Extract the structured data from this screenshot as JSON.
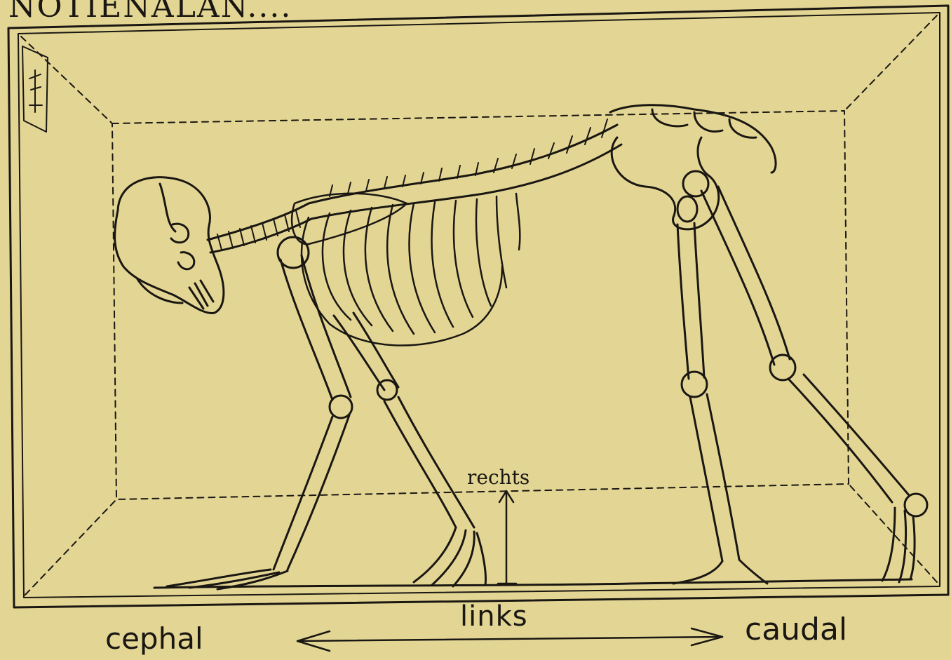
{
  "header": {
    "fragment": "NOTIENALAN...."
  },
  "labels": {
    "rechts": "rechts",
    "links": "links",
    "cephal": "cephal",
    "caudal": "caudal"
  },
  "figure": {
    "subject": "skeleton-quadruped-posture",
    "box": "dashed-perspective-box"
  },
  "colors": {
    "paper": "#e3d695",
    "ink": "#1a1712"
  }
}
